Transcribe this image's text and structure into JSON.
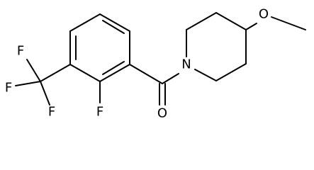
{
  "molecule": {
    "atoms": {
      "fluoro_aryl": "F",
      "cf3_f_top": "F",
      "cf3_f_left": "F",
      "cf3_f_bottom": "F",
      "carbonyl_oxygen": "O",
      "piperidine_nitrogen": "N",
      "methoxy_oxygen": "O"
    },
    "colors": {
      "bond": "#000000",
      "text": "#000000",
      "background": "#ffffff"
    }
  }
}
